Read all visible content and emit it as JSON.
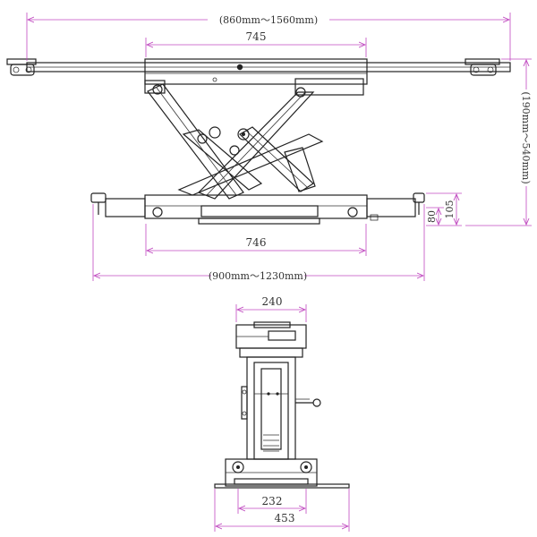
{
  "colors": {
    "dimension_line": "#c04ac0",
    "part_line": "#222222",
    "background": "#ffffff"
  },
  "side_view": {
    "top_span_label": "(860mm～1560mm)",
    "top_beam_label": "745",
    "base_beam_label": "746",
    "base_span_label": "(900mm～1230mm)",
    "height_range_label": "(190mm～540mm)",
    "height_80_label": "80",
    "height_105_label": "105"
  },
  "end_view": {
    "top_width_label": "240",
    "base_inner_label": "232",
    "base_outer_label": "453"
  }
}
